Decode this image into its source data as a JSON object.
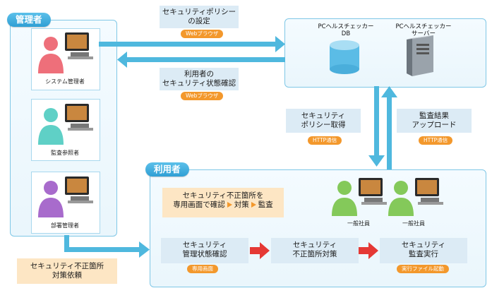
{
  "admin_panel": {
    "tag": "管理者",
    "roles": [
      {
        "label": "システム管理者",
        "color": "#ee6f7a"
      },
      {
        "label": "監査参照者",
        "color": "#5fd0c6"
      },
      {
        "label": "部署管理者",
        "color": "#a86bcc"
      }
    ]
  },
  "user_panel": {
    "tag": "利用者",
    "users": [
      {
        "label": "一般社員"
      },
      {
        "label": "一般社員"
      }
    ]
  },
  "flows": {
    "policy_set": {
      "text": [
        "セキュリティポリシー",
        "の設定"
      ],
      "badge": "Webブラウザ"
    },
    "status_check": {
      "text": [
        "利用者の",
        "セキュリティ状態確認"
      ],
      "badge": "Webブラウザ"
    },
    "policy_get": {
      "text": [
        "セキュリティ",
        "ポリシー取得"
      ],
      "badge": "HTTP通信"
    },
    "audit_upload": {
      "text": [
        "監査結果",
        "アップロード"
      ],
      "badge": "HTTP通信"
    }
  },
  "server": {
    "db_label": [
      "PCヘルスチェッカー",
      "DB"
    ],
    "srv_label": [
      "PCヘルスチェッカー",
      "サーバー"
    ]
  },
  "instruction": {
    "line1": "セキュリティ不正箇所を",
    "line2_prefix": "専用画面で確認",
    "line2_a": "対策",
    "line2_b": "監査"
  },
  "steps": [
    {
      "text": [
        "セキュリティ",
        "管理状態確認"
      ],
      "badge": "専用画面"
    },
    {
      "text": [
        "セキュリティ",
        "不正箇所対策"
      ]
    },
    {
      "text": [
        "セキュリティ",
        "監査実行"
      ],
      "badge": "実行ファイル起動"
    }
  ],
  "request_box": {
    "text": [
      "セキュリティ不正箇所",
      "対策依頼"
    ]
  },
  "colors": {
    "panel_border": "#7fc7e6",
    "arrow_blue": "#4fb8de",
    "arrow_red": "#e53935",
    "badge_orange": "#f3982c"
  }
}
